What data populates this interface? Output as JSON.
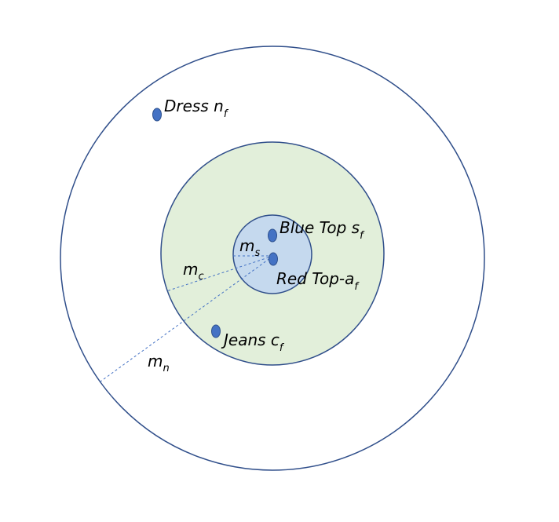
{
  "items": [
    {
      "main": "Dress n",
      "sub": "f"
    },
    {
      "main": "Blue Top s",
      "sub": "f"
    },
    {
      "main": "Red Top-a",
      "sub": "f"
    },
    {
      "main": "Jeans c",
      "sub": "f"
    }
  ],
  "radii": [
    {
      "main": "m",
      "sub": "s"
    },
    {
      "main": "m",
      "sub": "c"
    },
    {
      "main": "m",
      "sub": "n"
    }
  ],
  "colors": {
    "outline": "#2F4E8A",
    "middle_fill": "#E2EFDA",
    "inner_fill": "#C5D9EE",
    "dot_fill": "#4472C4",
    "dot_stroke": "#2F528F",
    "dashed": "#4472C4"
  }
}
